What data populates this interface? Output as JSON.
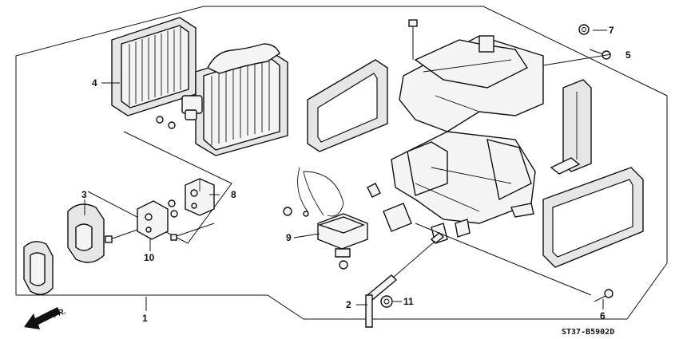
{
  "callouts": {
    "c1": "1",
    "c2": "2",
    "c3": "3",
    "c4": "4",
    "c5": "5",
    "c6": "6",
    "c7": "7",
    "c8": "8",
    "c9": "9",
    "c10": "10",
    "c11": "11"
  },
  "direction_label": "FR.",
  "diagram_code": "ST37-B5902D",
  "icons": {
    "front_arrow": "arrow-down-left-icon"
  }
}
